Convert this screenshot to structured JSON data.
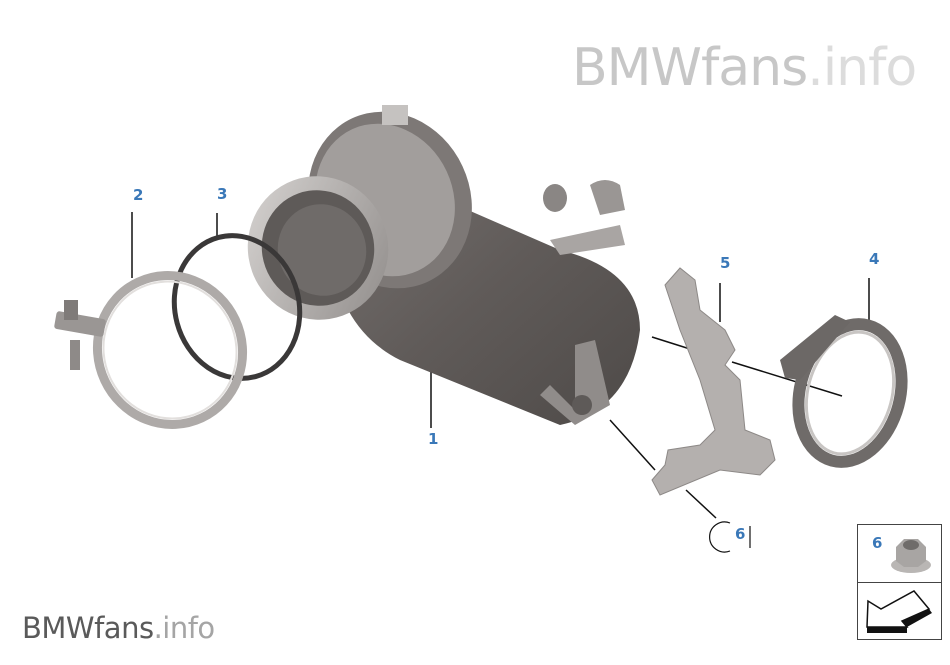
{
  "watermark_top": {
    "brand": "BMWfans",
    "suffix": ".info"
  },
  "watermark_bottom": {
    "brand": "BMWfans",
    "suffix": ".info"
  },
  "callouts": [
    {
      "id": "1",
      "label": "1",
      "part": "catalytic-converter"
    },
    {
      "id": "2",
      "label": "2",
      "part": "v-band-clamp"
    },
    {
      "id": "3",
      "label": "3",
      "part": "sealing-ring"
    },
    {
      "id": "4",
      "label": "4",
      "part": "v-band-clamp"
    },
    {
      "id": "5",
      "label": "5",
      "part": "bracket"
    },
    {
      "id": "6",
      "label": "6",
      "part": "hex-collar-nut"
    }
  ],
  "legend": {
    "item_label": "6",
    "item_icon": "hex-nut-icon",
    "arrow_icon": "direction-arrow-icon"
  },
  "colors": {
    "callout": "#3a78b8",
    "part_dark": "#5e5a58",
    "part_mid": "#8c8886",
    "part_light": "#bdb9b7"
  }
}
